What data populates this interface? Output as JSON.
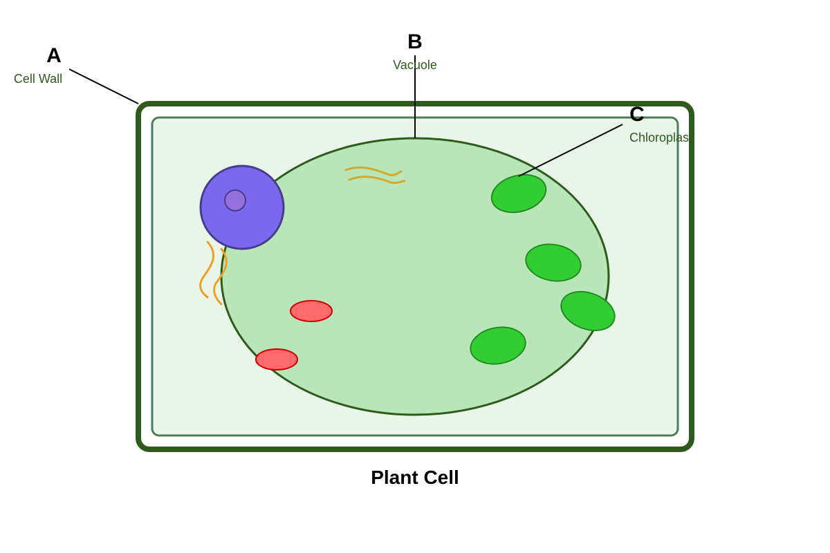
{
  "diagram": {
    "title": "Plant Cell",
    "labels": [
      {
        "letter": "A",
        "name": "Cell Wall"
      },
      {
        "letter": "B",
        "name": "Vacuole"
      },
      {
        "letter": "C",
        "name": "Chloroplas"
      }
    ]
  },
  "colors": {
    "cell_wall": "#2e5a1c",
    "cell_membrane": "#4a7c59",
    "cytoplasm": "#e8f5e8",
    "vacuole": "#b9e6b9",
    "nucleus": "#7b68ee",
    "nucleolus": "#9370db",
    "chloroplast": "#32cd32",
    "mitochondria": "#ff6b6b",
    "golgi": "#d4a82a",
    "er": "#f0a020",
    "label_text": "#2e5a1c"
  }
}
